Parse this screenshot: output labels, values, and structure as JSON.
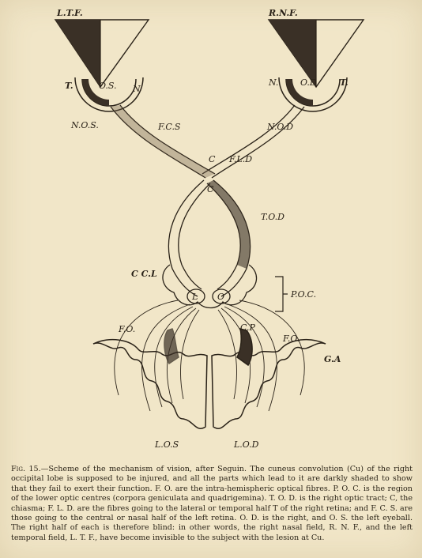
{
  "labels": {
    "ltf": "L.T.F.",
    "rnf": "R.N.F.",
    "t_left": "T.",
    "t_right": "T.",
    "os_top": "O.S.",
    "od_top": "O.D.",
    "n_left": "N",
    "n_right": "N.",
    "nos": "N.O.S.",
    "fcs": "F.C.S",
    "nod": "N.O.D",
    "fld": "F.L.D",
    "c1": "C",
    "c2": "C",
    "tod": "T.O.D",
    "ccl": "C C.L",
    "poc": "P.O.C.",
    "l": "L",
    "o": "O",
    "fo_left": "F.O.",
    "fo_right": "F.O.",
    "cp": "C.P",
    "ga": "G.A",
    "los": "L.O.S",
    "lod": "L.O.D"
  },
  "caption": {
    "fig": "Fig. 15.",
    "text": "—Scheme of the mechanism of vision, after Seguin. The cuneus convolution (Cu) of the right occipital lobe is supposed to be injured, and all the parts which lead to it are darkly shaded to show that they fail to exert their function. F. O. are the intra-hemispheric optical fibres. P. O. C. is the region of the lower optic centres (corpora geniculata and quadrigemina). T. O. D. is the right optic tract; C, the chiasma; F. L. D. are the fibres going to the lateral or temporal half T of the right retina; and F. C. S. are those going to the central or nasal half of the left retina. O. D. is the right, and O. S. the left eyeball. The right half of each is therefore blind: in other words, the right nasal field, R. N. F., and the left temporal field, L. T. F., have become invisible to the subject with the lesion at Cu."
  }
}
